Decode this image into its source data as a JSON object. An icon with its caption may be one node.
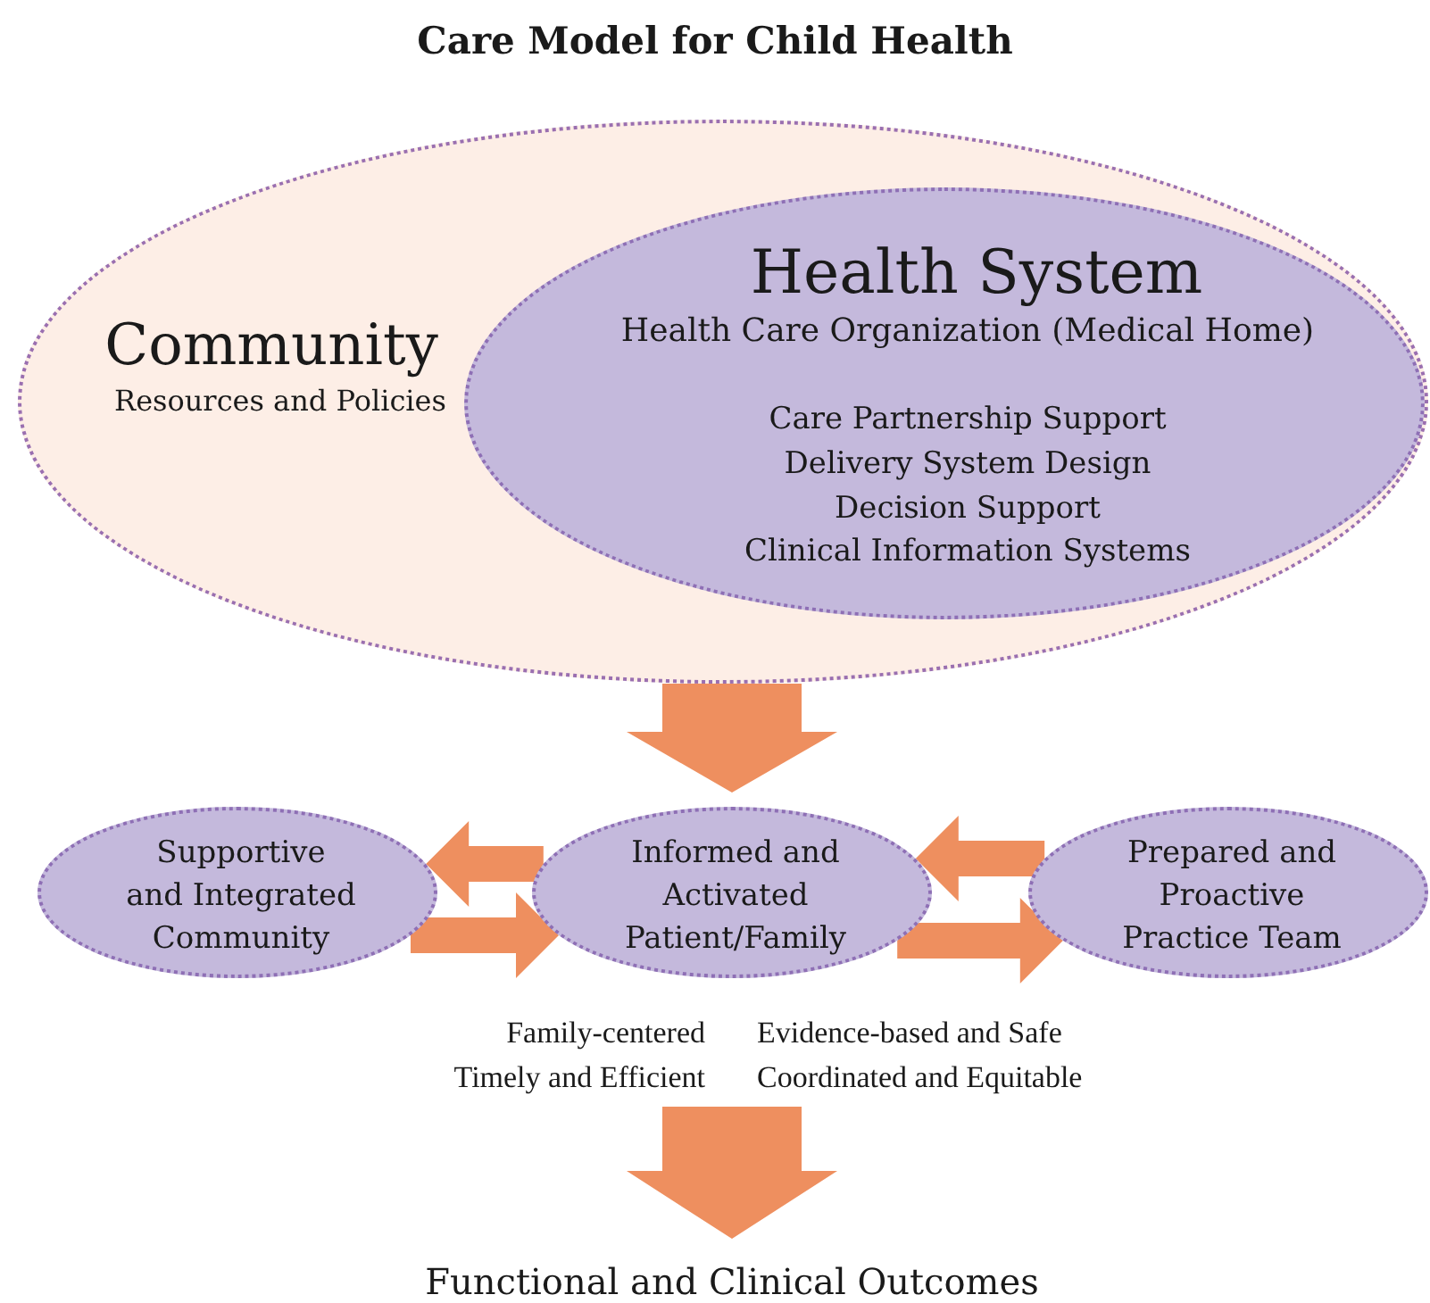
{
  "diagram": {
    "title": "Care Model for Child Health",
    "nodes": [
      {
        "text": [
          "Community",
          "Resources and Policies"
        ]
      },
      {
        "text": [
          "Health System",
          "Health Care Organization (Medical Home)",
          "Care Partnership Support",
          "Delivery System Design",
          "Decision Support",
          "Clinical Information Systems"
        ],
        "in": 0
      },
      {
        "text": [
          "Supportive and Integrated Community"
        ]
      },
      {
        "text": [
          "Informed and Activated Patient/Family"
        ]
      },
      {
        "text": [
          "Prepared and Proactive Practice Team"
        ]
      },
      {
        "text": [
          "Functional and Clinical Outcomes"
        ]
      }
    ],
    "edges": [
      {
        "from": 0,
        "to": 3,
        "arrow": "to"
      },
      {
        "from": 3,
        "to": 2,
        "arrow": "to"
      },
      {
        "from": 2,
        "to": 3,
        "arrow": "to"
      },
      {
        "from": 4,
        "to": 3,
        "arrow": "to"
      },
      {
        "from": 3,
        "to": 4,
        "arrow": "to"
      },
      {
        "from": null,
        "to": 5,
        "arrow": "to"
      }
    ],
    "labels": [
      "Family-centered Timely and Efficient",
      "Evidence-based and Safe Coordinated and Equitable"
    ]
  }
}
